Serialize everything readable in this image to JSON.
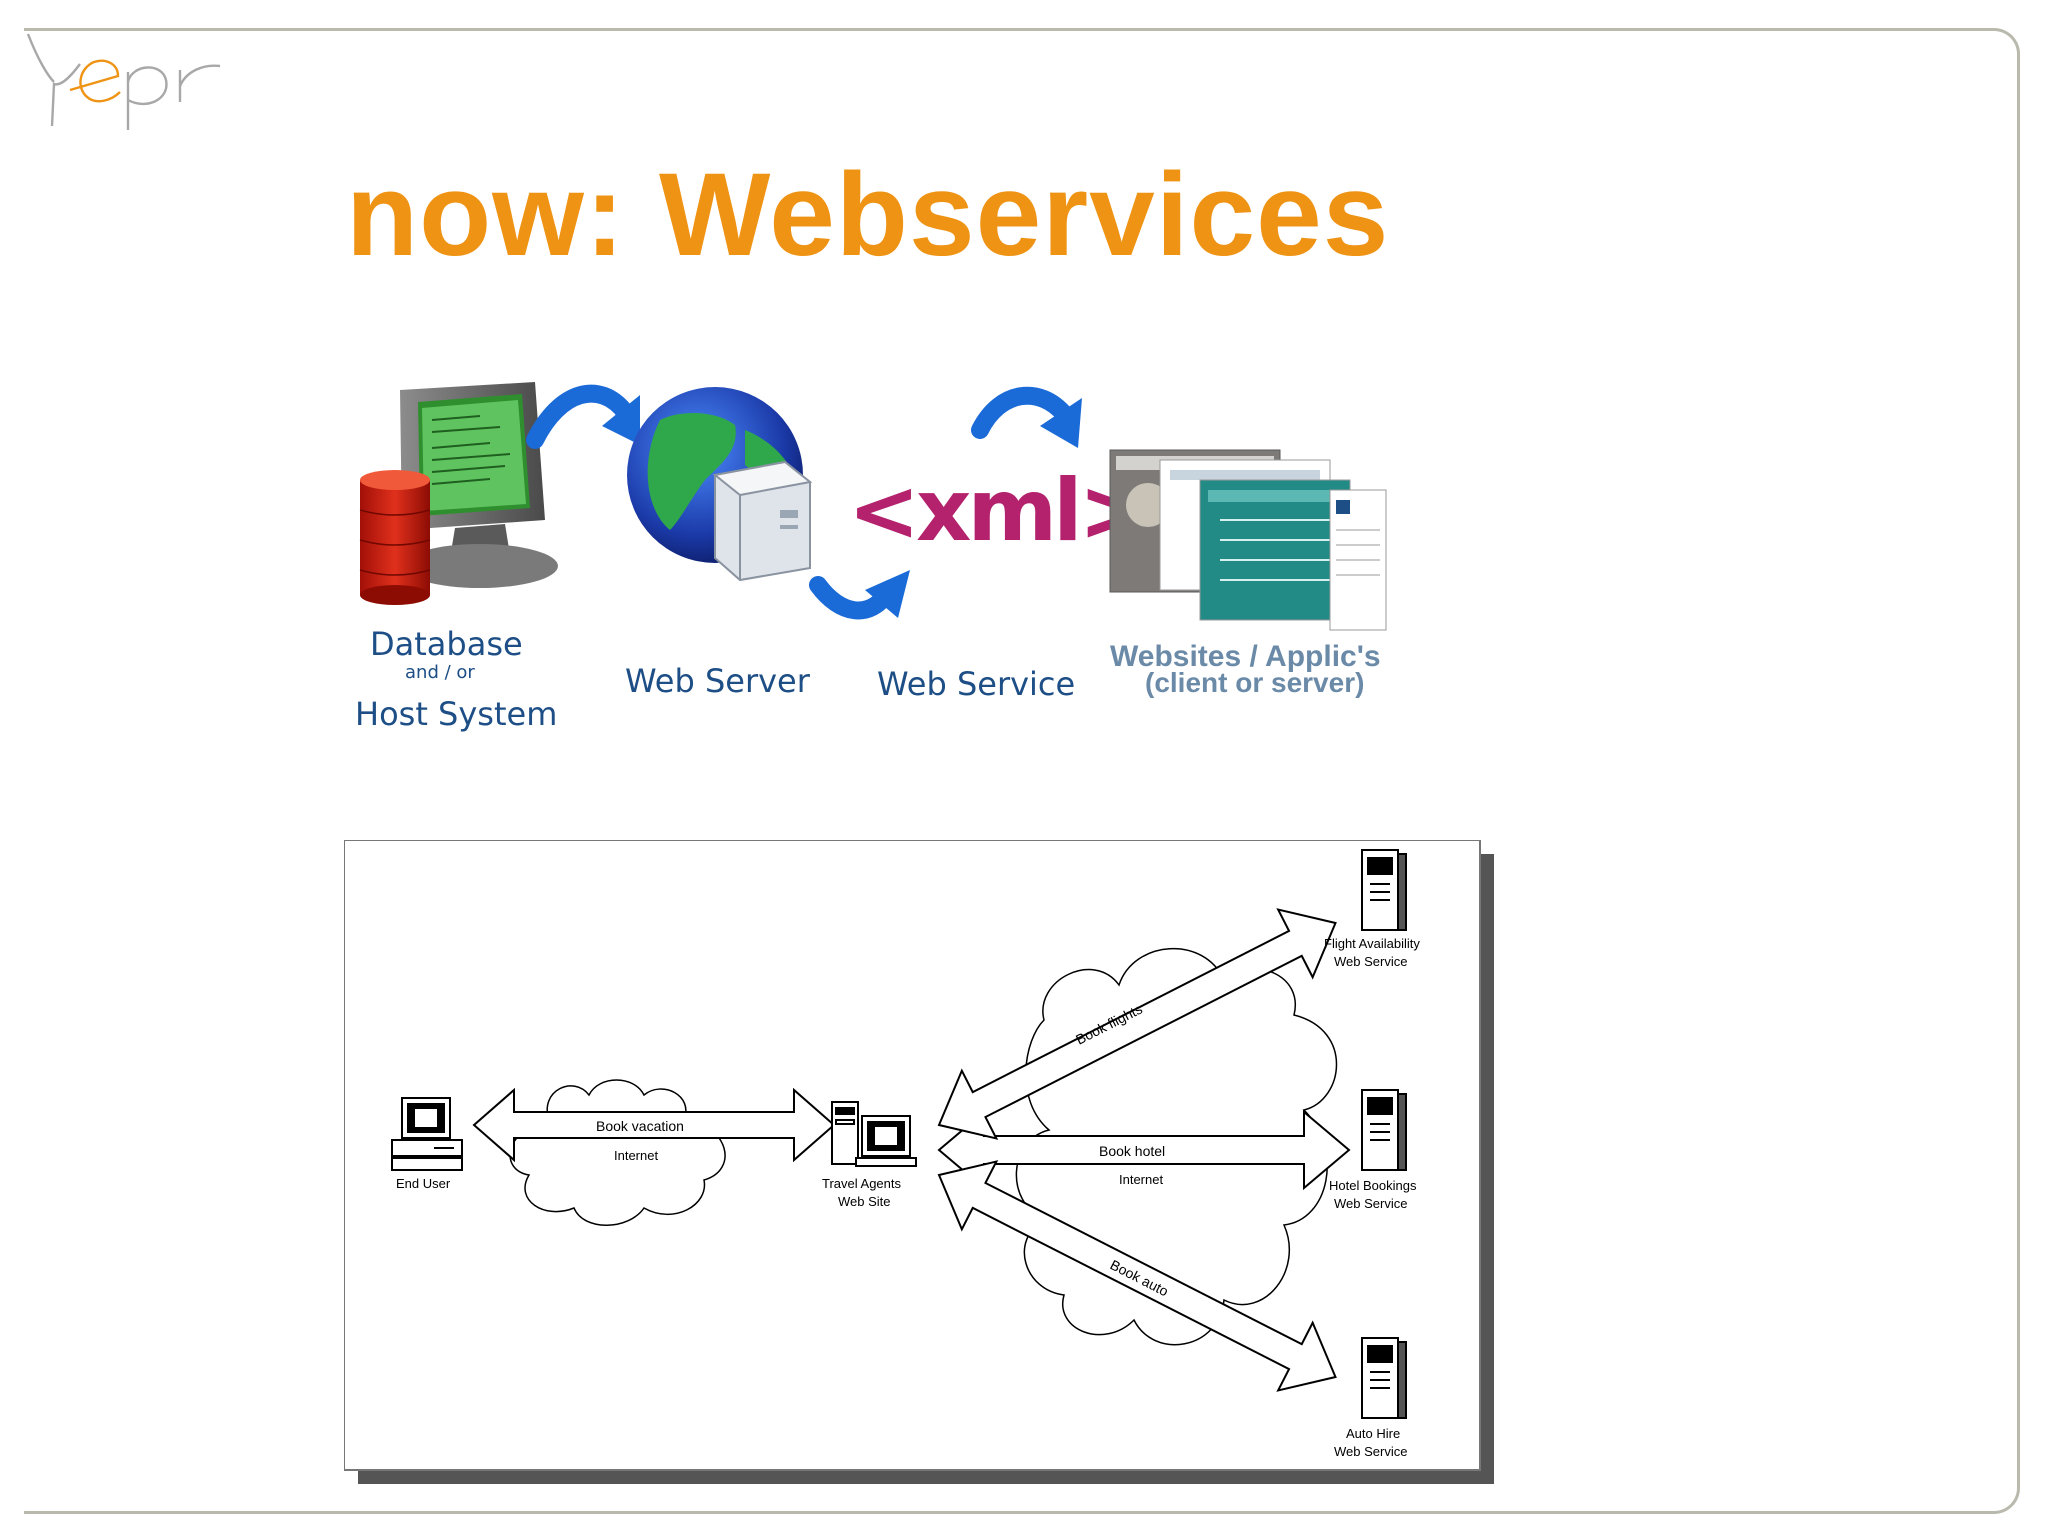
{
  "slide": {
    "logo_text": "yepr",
    "title": "now: Webservices"
  },
  "top_diagram": {
    "database_label": "Database",
    "database_connector": "and / or",
    "host_label": "Host System",
    "webserver_label": "Web Server",
    "xml_text": "<xml>",
    "webservice_label": "Web Service",
    "websites_label": "Websites / Applic's",
    "websites_sub": "(client or server)"
  },
  "bottom_diagram": {
    "end_user": "End User",
    "book_vacation": "Book vacation",
    "internet_left": "Internet",
    "travel_agent_1": "Travel Agents",
    "travel_agent_2": "Web Site",
    "book_flights": "Book flights",
    "book_hotel": "Book hotel",
    "internet_right": "Internet",
    "book_auto": "Book auto",
    "flight_1": "Flight Availability",
    "flight_2": "Web Service",
    "hotel_1": "Hotel Bookings",
    "hotel_2": "Web Service",
    "auto_1": "Auto Hire",
    "auto_2": "Web Service"
  },
  "colors": {
    "title": "#ef9314",
    "logo_grey": "#a8a8a8",
    "logo_orange": "#ef9314",
    "arrow_blue": "#1a6ad8",
    "label_blue": "#1d4e86",
    "xml_magenta": "#b4216d",
    "frame": "#b9b9ad"
  }
}
